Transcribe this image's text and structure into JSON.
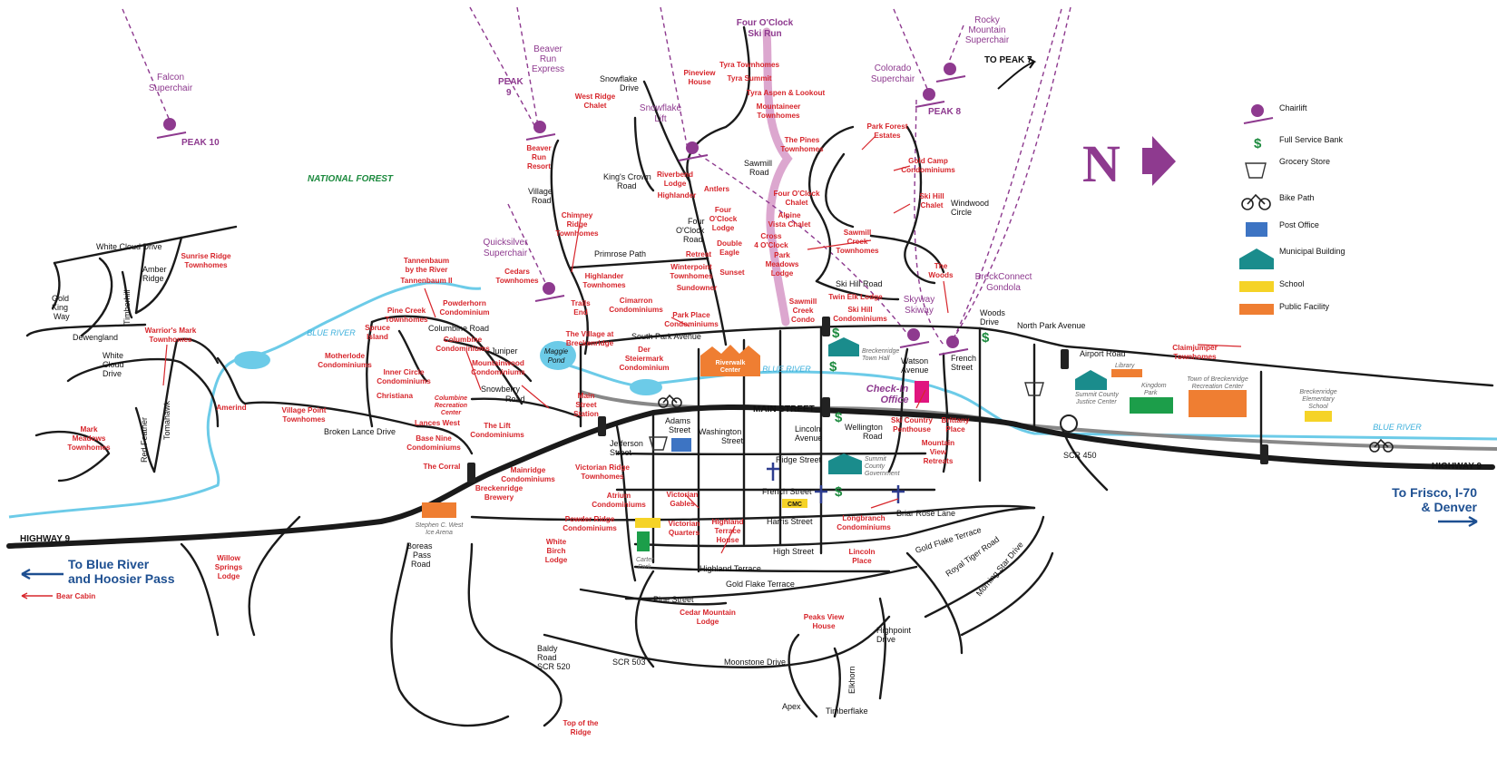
{
  "north_symbol": {
    "letter": "N",
    "color": "#8e3a8f"
  },
  "colors": {
    "road": "#1a1a1a",
    "river": "#6ccbe8",
    "ski_run": "#dca7cf",
    "lift_purple": "#8e3a8f",
    "label_red": "#d7262c",
    "bank_green": "#1c8a3e",
    "municipal_teal": "#1a8c8c",
    "school_yellow": "#f5d327",
    "public_facility_orange": "#ef7e32",
    "destination_blue": "#1d4f91",
    "check_in_pink": "#e0157f"
  },
  "legend": [
    {
      "icon": "chairlift-icon",
      "label": "Chairlift"
    },
    {
      "icon": "bank-icon",
      "label": "Full Service Bank"
    },
    {
      "icon": "grocery-cart-icon",
      "label": "Grocery Store"
    },
    {
      "icon": "bicycle-icon",
      "label": "Bike Path"
    },
    {
      "icon": "envelope-icon",
      "label": "Post Office"
    },
    {
      "icon": "municipal-building-icon",
      "label": "Municipal Building"
    },
    {
      "icon": "school-icon",
      "label": "School"
    },
    {
      "icon": "public-facility-icon",
      "label": "Public Facility"
    }
  ],
  "peaks": {
    "peak10": "PEAK 10",
    "peak9": [
      "PEAK",
      "9"
    ],
    "peak8": "PEAK 8",
    "peak7": "TO PEAK 7"
  },
  "lifts": {
    "falcon": [
      "Falcon",
      "Superchair"
    ],
    "beaver_run": [
      "Beaver",
      "Run",
      "Express"
    ],
    "snowflake": [
      "Snowflake",
      "Lift"
    ],
    "quicksilver": [
      "Quicksilver",
      "Superchair"
    ],
    "colorado": [
      "Colorado",
      "Superchair"
    ],
    "rocky_mountain": [
      "Rocky",
      "Mountain",
      "Superchair"
    ],
    "four_oclock": [
      "Four O'Clock",
      "Ski Run"
    ],
    "breckconnect": [
      "BreckConnect",
      "Gondola"
    ],
    "skyway": [
      "Skyway",
      "Skiway"
    ]
  },
  "national_forest": "NATIONAL FOREST",
  "rivers": {
    "blue_river": "BLUE RIVER"
  },
  "main_street": "MAIN STREET",
  "check_in": [
    "Check-In",
    "Office"
  ],
  "highways": {
    "hwy9_left": "HIGHWAY 9",
    "hwy9_right": "HIGHWAY 9"
  },
  "destinations": {
    "left": [
      "To Blue River",
      "and Hoosier Pass"
    ],
    "left_small": "Bear Cabin",
    "right": [
      "To Frisco, I-70",
      "& Denver"
    ]
  },
  "streets": {
    "white_cloud_drive": "White Cloud Drive",
    "amber_ridge": [
      "Amber",
      "Ridge"
    ],
    "timberhill": "Timberhill",
    "gold_king_way": [
      "Gold",
      "King",
      "Way"
    ],
    "dewengland": "Dewengland",
    "white_cloud_drive2": [
      "White",
      "Cloud",
      "Drive"
    ],
    "red_feather": "Red Feather",
    "tomahawk": "Tomahawk",
    "broken_lance": "Broken Lance Drive",
    "columbine_road": "Columbine Road",
    "juniper": "Juniper",
    "snowberry": [
      "Snowberry",
      "Road"
    ],
    "south_park": "South Park Avenue",
    "primrose": "Primrose Path",
    "village_road": [
      "Village",
      "Road"
    ],
    "snowflake_drive": [
      "Snowflake",
      "Drive"
    ],
    "kings_crown": [
      "King's Crown",
      "Road"
    ],
    "four_oclock_road": [
      "Four",
      "O'Clock",
      "Road"
    ],
    "sawmill_road": [
      "Sawmill",
      "Road"
    ],
    "ski_hill_road": "Ski Hill Road",
    "windwood": [
      "Windwood",
      "Circle"
    ],
    "woods_drive": [
      "Woods",
      "Drive"
    ],
    "north_park": "North Park Avenue",
    "airport_road": "Airport Road",
    "french_street_v": [
      "French",
      "Street"
    ],
    "watson": [
      "Watson",
      "Avenue"
    ],
    "wellington": [
      "Wellington",
      "Road"
    ],
    "lincoln": [
      "Lincoln",
      "Avenue"
    ],
    "washington": [
      "Washington",
      "Street"
    ],
    "adams": [
      "Adams",
      "Street"
    ],
    "jefferson": [
      "Jefferson",
      "Street"
    ],
    "ridge_street": "Ridge Street",
    "french_street": "French Street",
    "harris_street": "Harris Street",
    "high_street": "High Street",
    "highland_terrace": "Highland Terrace",
    "gold_flake_terrace": "Gold Flake Terrace",
    "gold_flake_terrace2": "Gold Flake Terrace",
    "pine_street": "Pine Street",
    "briar_rose": "Briar Rose Lane",
    "royal_tiger": "Royal Tiger Road",
    "morning_star": "Morning Star Drive",
    "boreas_pass": [
      "Boreas",
      "Pass",
      "Road"
    ],
    "baldy": [
      "Baldy",
      "Road",
      "SCR 520"
    ],
    "scr503": "SCR 503",
    "moonstone": "Moonstone Drive",
    "highpoint": [
      "Highpoint",
      "Drive"
    ],
    "elkhorn": "Elkhorn",
    "apex": "Apex",
    "timberflake": "Timberflake",
    "scr450": "SCR 450"
  },
  "facilities": {
    "riverwalk": [
      "Riverwalk",
      "Center"
    ],
    "town_hall": [
      "Breckenridge",
      "Town Hall"
    ],
    "library": "Library",
    "justice_center": [
      "Summit County",
      "Justice Center"
    ],
    "kingdom_park": [
      "Kingdom",
      "Park"
    ],
    "rec_center": [
      "Town of Breckenridge",
      "Recreation Center"
    ],
    "elementary": [
      "Breckenridge",
      "Elementary",
      "School"
    ],
    "summit_gov": [
      "Summit",
      "County",
      "Government"
    ],
    "cmc": "CMC",
    "ice_arena": [
      "Stephen C. West",
      "Ice Arena"
    ],
    "carter_park": [
      "Carter",
      "Park"
    ],
    "maggie_pond": [
      "Maggie",
      "Pond"
    ],
    "columbine_rec": [
      "Columbine",
      "Recreation",
      "Center"
    ]
  },
  "properties": [
    {
      "id": "sunrise-ridge",
      "lines": [
        "Sunrise Ridge",
        "Townhomes"
      ]
    },
    {
      "id": "tannenbaum-river",
      "lines": [
        "Tannenbaum",
        "by the River"
      ]
    },
    {
      "id": "tannenbaum-ii",
      "lines": [
        "Tannenbaum II"
      ]
    },
    {
      "id": "powderhorn",
      "lines": [
        "Powderhorn",
        "Condominium"
      ]
    },
    {
      "id": "pine-creek",
      "lines": [
        "Pine Creek",
        "Townhomes"
      ]
    },
    {
      "id": "spruce-island",
      "lines": [
        "Spruce",
        "Island"
      ]
    },
    {
      "id": "columbine-condos",
      "lines": [
        "Columbine",
        "Condominiums"
      ]
    },
    {
      "id": "motherlode",
      "lines": [
        "Motherlode",
        "Condominiums"
      ]
    },
    {
      "id": "warriors-mark",
      "lines": [
        "Warrior's Mark",
        "Townhomes"
      ]
    },
    {
      "id": "inner-circle",
      "lines": [
        "Inner Circle",
        "Condominiums"
      ]
    },
    {
      "id": "mountainwood",
      "lines": [
        "Mountainwood",
        "Condominiums"
      ]
    },
    {
      "id": "christiana",
      "lines": [
        "Christiana"
      ]
    },
    {
      "id": "amerind",
      "lines": [
        "Amerind"
      ]
    },
    {
      "id": "village-point",
      "lines": [
        "Village Point",
        "Townhomes"
      ]
    },
    {
      "id": "mark-meadows",
      "lines": [
        "Mark",
        "Meadows",
        "Townhomes"
      ]
    },
    {
      "id": "lances-west",
      "lines": [
        "Lances West"
      ]
    },
    {
      "id": "the-lift",
      "lines": [
        "The Lift",
        "Condominiums"
      ]
    },
    {
      "id": "base-nine",
      "lines": [
        "Base Nine",
        "Condominiums"
      ]
    },
    {
      "id": "the-corral",
      "lines": [
        "The Corral"
      ]
    },
    {
      "id": "breckenridge-brewery",
      "lines": [
        "Breckenridge",
        "Brewery"
      ]
    },
    {
      "id": "mainridge",
      "lines": [
        "Mainridge",
        "Condominiums"
      ]
    },
    {
      "id": "victorian-ridge",
      "lines": [
        "Victorian Ridge",
        "Townhomes"
      ]
    },
    {
      "id": "atrium",
      "lines": [
        "Atrium",
        "Condominiums"
      ]
    },
    {
      "id": "powder-ridge",
      "lines": [
        "Powder Ridge",
        "Condominiums"
      ]
    },
    {
      "id": "white-birch",
      "lines": [
        "White",
        "Birch",
        "Lodge"
      ]
    },
    {
      "id": "willow-springs",
      "lines": [
        "Willow",
        "Springs",
        "Lodge"
      ]
    },
    {
      "id": "victorian-gables",
      "lines": [
        "Victorian",
        "Gables"
      ]
    },
    {
      "id": "victorian-quarters",
      "lines": [
        "Victorian",
        "Quarters"
      ]
    },
    {
      "id": "highland-terrace-house",
      "lines": [
        "Highland",
        "Terrace",
        "House"
      ]
    },
    {
      "id": "cedar-mountain",
      "lines": [
        "Cedar Mountain",
        "Lodge"
      ]
    },
    {
      "id": "peaks-view",
      "lines": [
        "Peaks View",
        "House"
      ]
    },
    {
      "id": "top-of-ridge",
      "lines": [
        "Top of the",
        "Ridge"
      ]
    },
    {
      "id": "main-street-station",
      "lines": [
        "Main",
        "Street",
        "Station"
      ]
    },
    {
      "id": "village-at-breck",
      "lines": [
        "The Village at",
        "Breckenridge"
      ]
    },
    {
      "id": "der-steiermark",
      "lines": [
        "Der",
        "Steiermark",
        "Condominium"
      ]
    },
    {
      "id": "trails-end",
      "lines": [
        "Trails",
        "End"
      ]
    },
    {
      "id": "cedars",
      "lines": [
        "Cedars",
        "Townhomes"
      ]
    },
    {
      "id": "highlander-th",
      "lines": [
        "Highlander",
        "Townhomes"
      ]
    },
    {
      "id": "cimarron",
      "lines": [
        "Cimarron",
        "Condominiums"
      ]
    },
    {
      "id": "park-place",
      "lines": [
        "Park Place",
        "Condominiums"
      ]
    },
    {
      "id": "chimney-ridge",
      "lines": [
        "Chimney",
        "Ridge",
        "Townhomes"
      ]
    },
    {
      "id": "beaver-run-resort",
      "lines": [
        "Beaver",
        "Run",
        "Resort"
      ]
    },
    {
      "id": "west-ridge",
      "lines": [
        "West Ridge",
        "Chalet"
      ]
    },
    {
      "id": "riverbend",
      "lines": [
        "Riverbend",
        "Lodge"
      ]
    },
    {
      "id": "highlander",
      "lines": [
        "Highlander"
      ]
    },
    {
      "id": "pineview",
      "lines": [
        "Pineview",
        "House"
      ]
    },
    {
      "id": "antlers",
      "lines": [
        "Antlers"
      ]
    },
    {
      "id": "four-oclock-lodge",
      "lines": [
        "Four",
        "O'Clock",
        "Lodge"
      ]
    },
    {
      "id": "retreat",
      "lines": [
        "Retreat"
      ]
    },
    {
      "id": "double-eagle",
      "lines": [
        "Double",
        "Eagle"
      ]
    },
    {
      "id": "winterpoint",
      "lines": [
        "Winterpoint",
        "Townhomes"
      ]
    },
    {
      "id": "sunset",
      "lines": [
        "Sunset"
      ]
    },
    {
      "id": "sundowner",
      "lines": [
        "Sundowner"
      ]
    },
    {
      "id": "tyra-townhomes",
      "lines": [
        "Tyra Townhomes"
      ]
    },
    {
      "id": "tyra-summit",
      "lines": [
        "Tyra Summit"
      ]
    },
    {
      "id": "tyra-aspen",
      "lines": [
        "Tyra Aspen & Lookout"
      ]
    },
    {
      "id": "mountaineer",
      "lines": [
        "Mountaineer",
        "Townhomes"
      ]
    },
    {
      "id": "the-pines",
      "lines": [
        "The Pines",
        "Townhomes"
      ]
    },
    {
      "id": "four-oclock-chalet",
      "lines": [
        "Four O'Clock",
        "Chalet"
      ]
    },
    {
      "id": "alpine-vista",
      "lines": [
        "Alpine",
        "Vista Chalet"
      ]
    },
    {
      "id": "cross-oclock",
      "lines": [
        "Cross",
        "4 O'Clock"
      ]
    },
    {
      "id": "park-meadows",
      "lines": [
        "Park",
        "Meadows",
        "Lodge"
      ]
    },
    {
      "id": "sawmill-creek-th",
      "lines": [
        "Sawmill",
        "Creek",
        "Townhomes"
      ]
    },
    {
      "id": "sawmill-creek-condo",
      "lines": [
        "Sawmill",
        "Creek",
        "Condo"
      ]
    },
    {
      "id": "twin-elk",
      "lines": [
        "Twin Elk Lodge"
      ]
    },
    {
      "id": "ski-hill-condos",
      "lines": [
        "Ski Hill",
        "Condominiums"
      ]
    },
    {
      "id": "park-forest",
      "lines": [
        "Park Forest",
        "Estates"
      ]
    },
    {
      "id": "gold-camp",
      "lines": [
        "Gold Camp",
        "Condominiums"
      ]
    },
    {
      "id": "ski-hill-chalet",
      "lines": [
        "Ski Hill",
        "Chalet"
      ]
    },
    {
      "id": "the-woods",
      "lines": [
        "The",
        "Woods"
      ]
    },
    {
      "id": "ski-country",
      "lines": [
        "Ski Country",
        "Penthouse"
      ]
    },
    {
      "id": "brittany-place",
      "lines": [
        "Brittany",
        "Place"
      ]
    },
    {
      "id": "mountain-view",
      "lines": [
        "Mountain",
        "View",
        "Retreats"
      ]
    },
    {
      "id": "longbranch",
      "lines": [
        "Longbranch",
        "Condominiums"
      ]
    },
    {
      "id": "lincoln-place",
      "lines": [
        "Lincoln",
        "Place"
      ]
    },
    {
      "id": "claimjumper",
      "lines": [
        "Claimjumper",
        "Townhomes"
      ]
    }
  ]
}
